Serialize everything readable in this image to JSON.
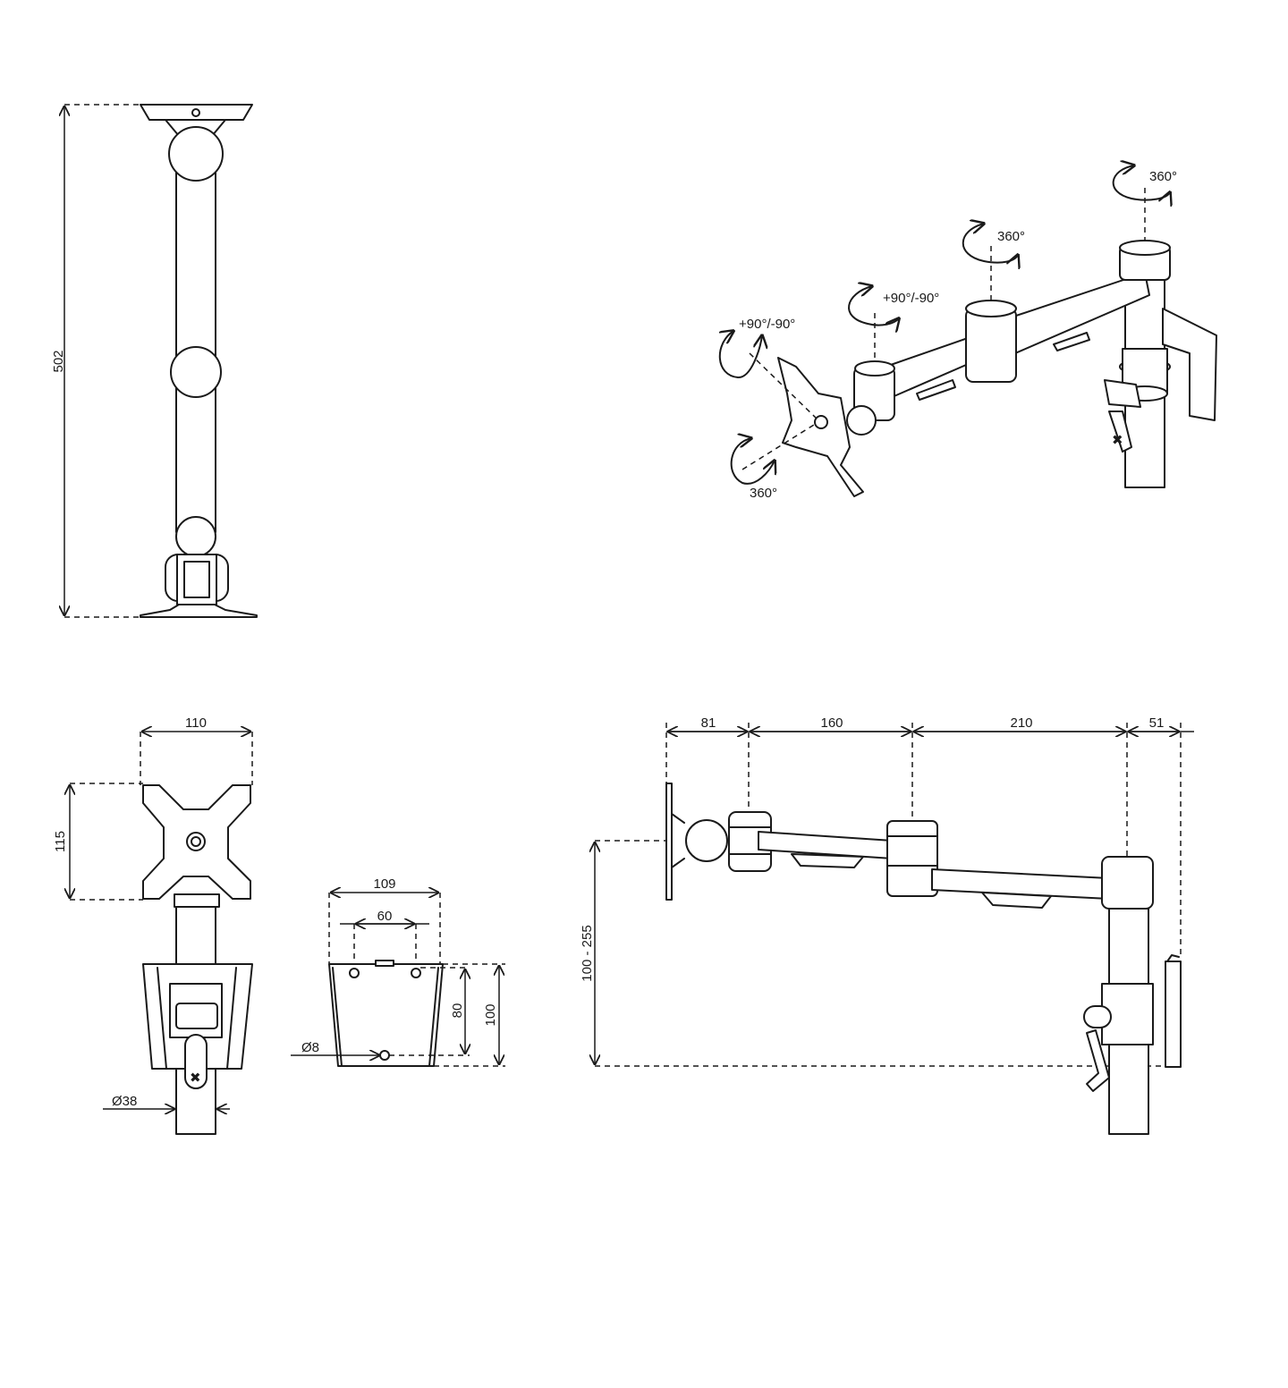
{
  "side_view": {
    "height_label": "502"
  },
  "iso_view": {
    "rot_pole": "360°",
    "rot_joint2": "360°",
    "tilt_joint": "+90°/-90°",
    "tilt_head": "+90°/-90°",
    "rot_plate": "360°"
  },
  "front_view": {
    "width_label": "110",
    "height_label": "115",
    "tube_diameter": "Ø38"
  },
  "bracket_view": {
    "width_label": "109",
    "hole_spacing_label": "60",
    "hole_height_label": "80",
    "height_label": "100",
    "hole_diameter": "Ø8"
  },
  "top_view": {
    "seg1": "81",
    "seg2": "160",
    "seg3": "210",
    "seg4": "51",
    "height_range": "100 - 255"
  }
}
